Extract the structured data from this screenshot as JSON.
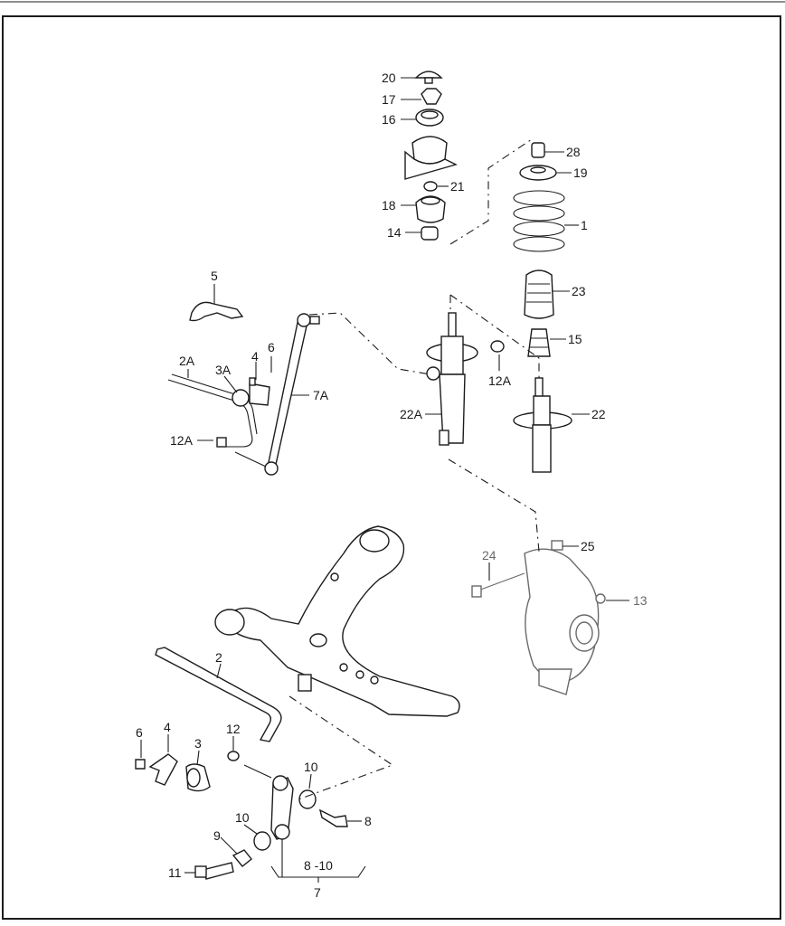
{
  "diagram": {
    "labels": {
      "l20": "20",
      "l17": "17",
      "l16": "16",
      "l21": "21",
      "l18": "18",
      "l14": "14",
      "l28": "28",
      "l19": "19",
      "l1": "1",
      "l23": "23",
      "l15": "15",
      "l22": "22",
      "l22a": "22A",
      "l12a_strut": "12A",
      "l5": "5",
      "l6_top": "6",
      "l4_top": "4",
      "l2a": "2A",
      "l3a": "3A",
      "l7a": "7A",
      "l12a_link": "12A",
      "l24": "24",
      "l25": "25",
      "l13": "13",
      "l2": "2",
      "l6_bot": "6",
      "l4_bot": "4",
      "l3": "3",
      "l12": "12",
      "l10_upper": "10",
      "l10_lower": "10",
      "l8": "8",
      "l9": "9",
      "l11": "11",
      "l8_10": "8 -10",
      "l7": "7"
    },
    "colors": {
      "ink": "#1c1c1c",
      "grey_ink": "#6a6a6a",
      "paper": "#ffffff"
    }
  }
}
